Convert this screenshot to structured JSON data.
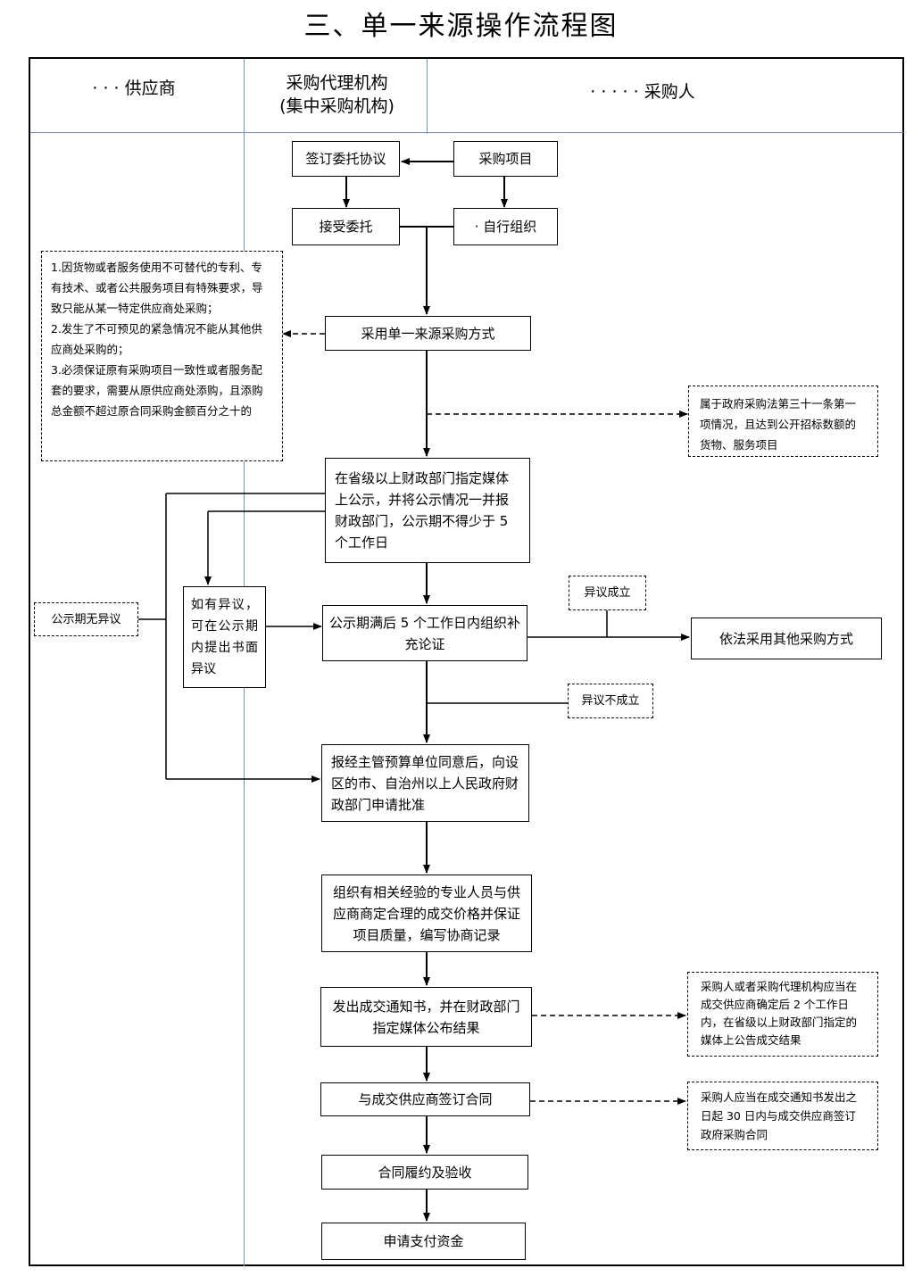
{
  "title": "三、单一来源操作流程图",
  "lanes": {
    "supplier": "· · · 供应商",
    "agency_line1": "采购代理机构",
    "agency_line2": "(集中采购机构)",
    "purchaser": "· · · · · 采购人"
  },
  "boxes": {
    "sign_agreement": "签订委托协议",
    "purchase_project": "采购项目",
    "accept_entrust": "接受委托",
    "self_organize": "· 自行组织",
    "use_single_source": "采用单一来源采购方式",
    "publicize": "在省级以上财政部门指定媒体上公示，并将公示情况一并报财政部门，公示期不得少于 5 个工作日",
    "objection_submit": "如有异议，可在公示期内提出书面异议",
    "expert_review": "公示期满后 5 个工作日内组织补充论证",
    "other_method": "依法采用其他采购方式",
    "report_approval": "报经主管预算单位同意后，向设区的市、自治州以上人民政府财政部门申请批准",
    "negotiate": "组织有相关经验的专业人员与供应商商定合理的成交价格并保证项目质量，编写协商记录",
    "issue_notice": "发出成交通知书，并在财政部门指定媒体公布结果",
    "sign_contract": "与成交供应商签订合同",
    "perform_accept": "合同履约及验收",
    "apply_payment": "申请支付资金"
  },
  "notes": {
    "conditions": [
      "1.因货物或者服务使用不可替代的专利、专有技术、或者公共服务项目有特殊要求，导致只能从某一特定供应商处采购；",
      "2.发生了不可预见的紧急情况不能从其他供应商处采购的；",
      "3.必须保证原有采购项目一致性或者服务配套的要求，需要从原供应商处添购，且添购总金额不超过原合同采购金额百分之十的"
    ],
    "article31": "属于政府采购法第三十一条第一项情况，且达到公开招标数额的货物、服务项目",
    "no_objection": "公示期无异议",
    "objection_valid": "异议成立",
    "objection_invalid": "异议不成立",
    "announce_rule": "采购人或者采购代理机构应当在成交供应商确定后 2 个工作日内，在省级以上财政部门指定的媒体上公告成交结果",
    "contract_rule": "采购人应当在成交通知书发出之日起 30 日内与成交供应商签订政府采购合同"
  }
}
